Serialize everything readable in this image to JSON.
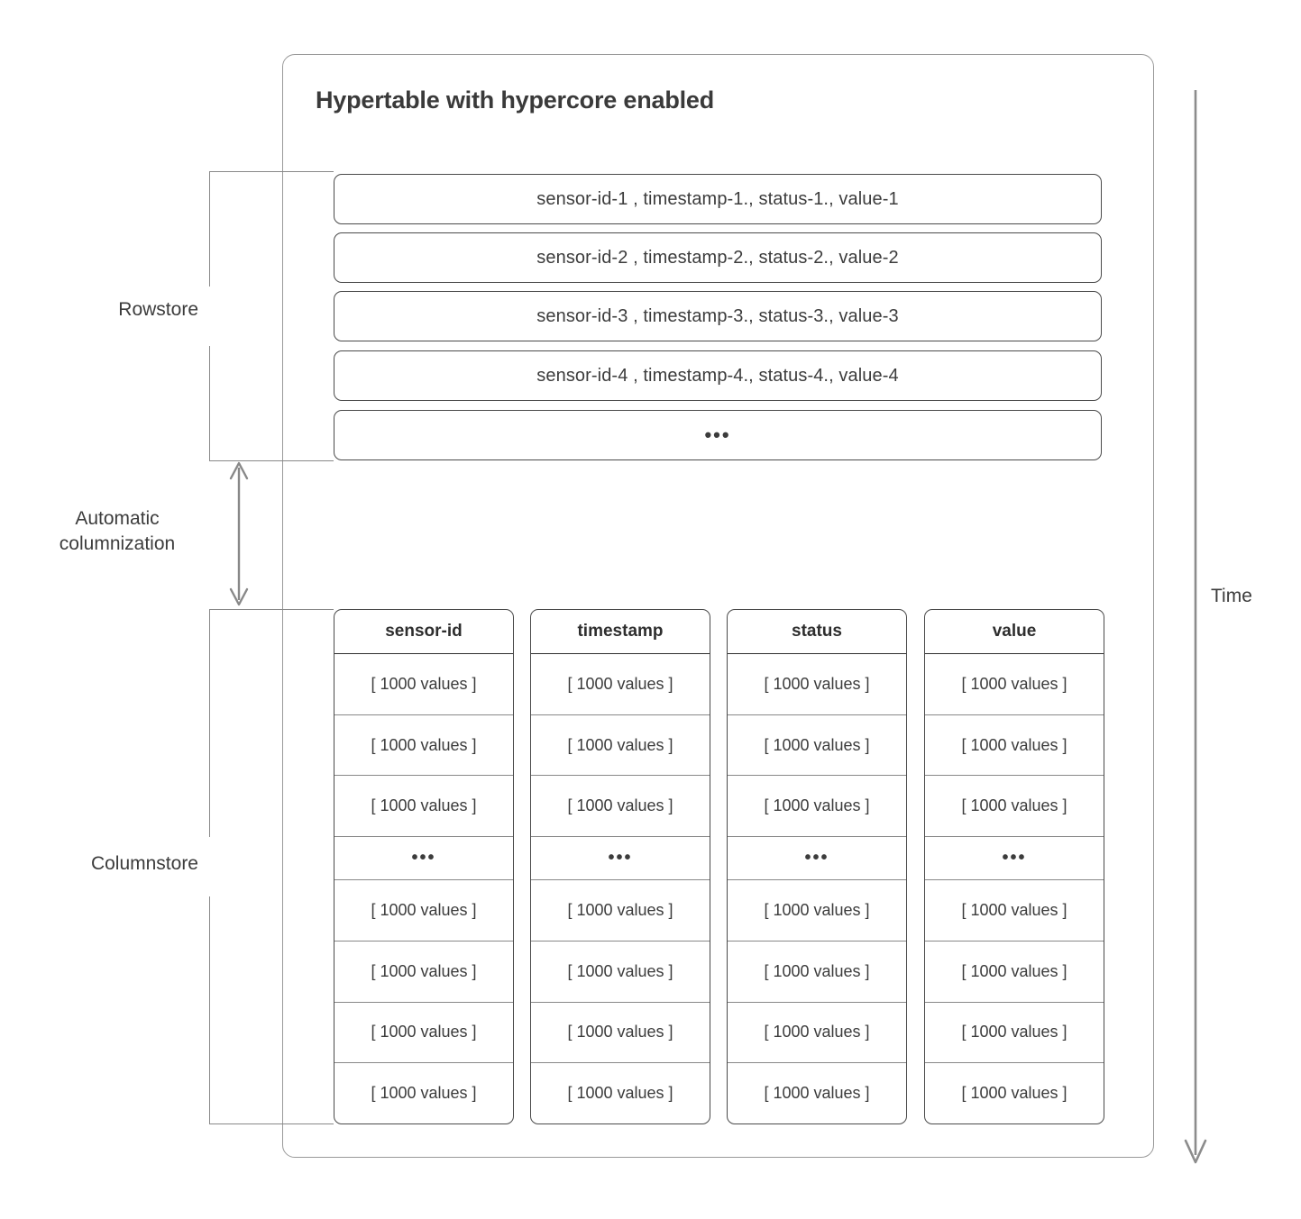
{
  "diagram": {
    "title": "Hypertable with hypercore enabled",
    "time_axis_label": "Time",
    "transition_label_line1": "Automatic",
    "transition_label_line2": "columnization",
    "ellipsis": "•••"
  },
  "rowstore": {
    "label": "Rowstore",
    "rows": [
      {
        "text": "sensor-id-1 , timestamp-1., status-1., value-1"
      },
      {
        "text": "sensor-id-2 , timestamp-2., status-2., value-2"
      },
      {
        "text": "sensor-id-3 , timestamp-3., status-3., value-3"
      },
      {
        "text": "sensor-id-4 , timestamp-4., status-4., value-4"
      },
      {
        "text": "•••"
      }
    ]
  },
  "columnstore": {
    "label": "Columnstore",
    "cell_text": "[ 1000 values ]",
    "gap_text": "•••",
    "columns": [
      {
        "header": "sensor-id",
        "cells": [
          "[ 1000 values ]",
          "[ 1000 values ]",
          "[ 1000 values ]",
          "•••",
          "[ 1000 values ]",
          "[ 1000 values ]",
          "[ 1000 values ]",
          "[ 1000 values ]"
        ]
      },
      {
        "header": "timestamp",
        "cells": [
          "[ 1000 values ]",
          "[ 1000 values ]",
          "[ 1000 values ]",
          "•••",
          "[ 1000 values ]",
          "[ 1000 values ]",
          "[ 1000 values ]",
          "[ 1000 values ]"
        ]
      },
      {
        "header": "status",
        "cells": [
          "[ 1000 values ]",
          "[ 1000 values ]",
          "[ 1000 values ]",
          "•••",
          "[ 1000 values ]",
          "[ 1000 values ]",
          "[ 1000 values ]",
          "[ 1000 values ]"
        ]
      },
      {
        "header": "value",
        "cells": [
          "[ 1000 values ]",
          "[ 1000 values ]",
          "[ 1000 values ]",
          "•••",
          "[ 1000 values ]",
          "[ 1000 values ]",
          "[ 1000 values ]",
          "[ 1000 values ]"
        ]
      }
    ]
  },
  "colors": {
    "box_border": "#4a4a4a",
    "outer_border": "#999999",
    "brace": "#888888",
    "text": "#3c3c3c",
    "title": "#3a3a3a"
  }
}
